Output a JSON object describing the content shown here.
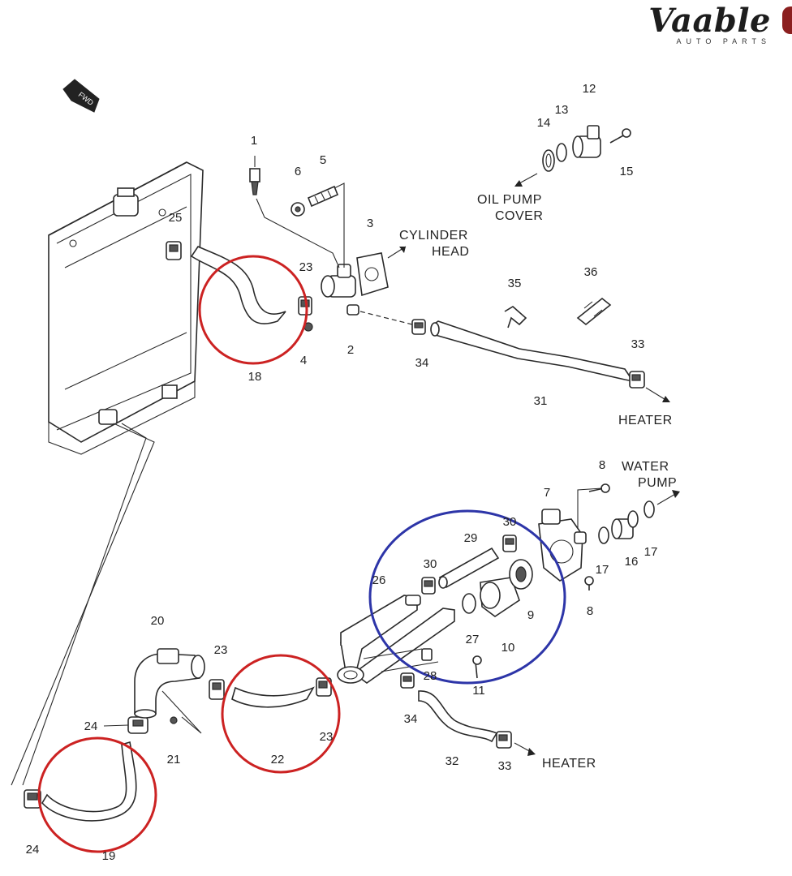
{
  "brand": {
    "name": "Vaable",
    "tagline": "AUTO PARTS"
  },
  "orientation": {
    "fwd_label": "FWD"
  },
  "destinations": {
    "cylinder_head": [
      "CYLINDER",
      "HEAD"
    ],
    "oil_pump_cover": [
      "OIL PUMP",
      "COVER"
    ],
    "heater_upper": "HEATER",
    "heater_lower": "HEATER",
    "water_pump": [
      "WATER",
      "PUMP"
    ]
  },
  "part_numbers": {
    "p1": "1",
    "p2": "2",
    "p3": "3",
    "p4": "4",
    "p5": "5",
    "p6": "6",
    "p7": "7",
    "p8a": "8",
    "p8b": "8",
    "p9": "9",
    "p10": "10",
    "p11": "11",
    "p12": "12",
    "p13": "13",
    "p14": "14",
    "p15": "15",
    "p16": "16",
    "p17a": "17",
    "p17b": "17",
    "p18": "18",
    "p19": "19",
    "p20": "20",
    "p21": "21",
    "p22": "22",
    "p23a": "23",
    "p23b": "23",
    "p23c": "23",
    "p24a": "24",
    "p24b": "24",
    "p25": "25",
    "p26": "26",
    "p27": "27",
    "p28": "28",
    "p29": "29",
    "p30a": "30",
    "p30b": "30",
    "p31": "31",
    "p32": "32",
    "p33a": "33",
    "p33b": "33",
    "p34a": "34",
    "p34b": "34",
    "p35": "35",
    "p36": "36"
  },
  "highlights": {
    "red": "#cc2222",
    "blue": "#2d35a8"
  }
}
